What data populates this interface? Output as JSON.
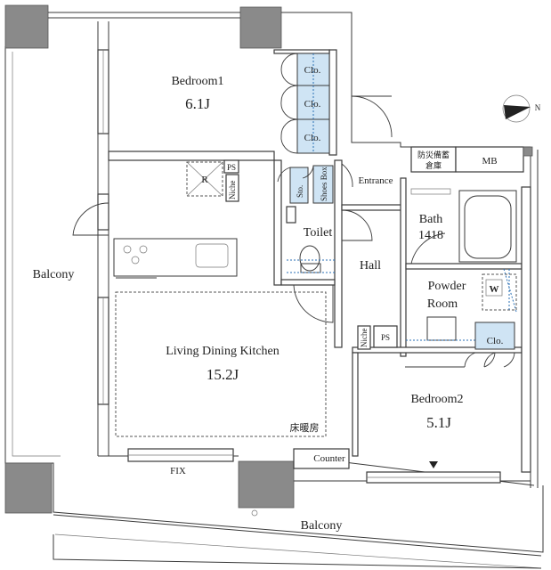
{
  "rooms": {
    "bedroom1": {
      "name": "Bedroom1",
      "size": "6.1J"
    },
    "ldk": {
      "name": "Living Dining Kitchen",
      "size": "15.2J",
      "floor_heating": "床暖房"
    },
    "bedroom2": {
      "name": "Bedroom2",
      "size": "5.1J"
    },
    "bath": {
      "name": "Bath",
      "size": "1418"
    },
    "powder": {
      "line1": "Powder",
      "line2": "Room"
    },
    "toilet": "Toilet",
    "hall": "Hall",
    "entrance": "Entrance",
    "balcony_west": "Balcony",
    "balcony_south": "Balcony"
  },
  "fixtures": {
    "clo": "Clo.",
    "sto": "Sto.",
    "shoes": "Shoes Box",
    "ps": "PS",
    "niche": "Niche",
    "refrigerator": "R",
    "washer": "W",
    "counter": "Counter",
    "fix": "FIX",
    "disaster_storage": {
      "line1": "防災備蓄",
      "line2": "倉庫"
    },
    "mb": "MB"
  },
  "compass": {
    "label": "N"
  }
}
